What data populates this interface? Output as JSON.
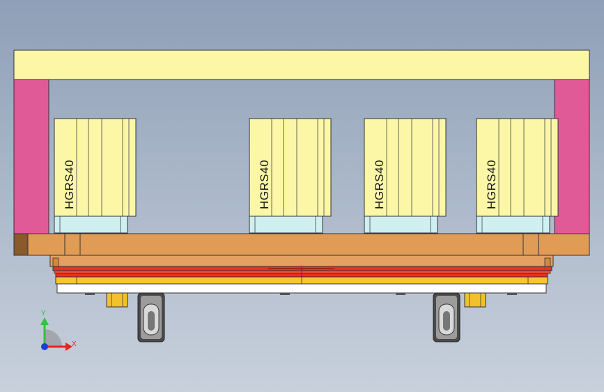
{
  "title": "",
  "colors": {
    "top_frame": "#fbf7a6",
    "side_posts": "#e15a98",
    "guide_block": "#fbf7a6",
    "rail_base": "#cfeff0",
    "base_plate": "#e09b55",
    "red_plate": "#ee2e20",
    "yellow_strip": "#f7c534",
    "bottom_plate": "#ffffff",
    "wheel": "#a0a0a0",
    "axis_x": "#e8231d",
    "axis_y": "#33c044",
    "axis_z": "#1c3fd6"
  },
  "blocks": [
    {
      "label": "HGRS40"
    },
    {
      "label": "HGRS40"
    },
    {
      "label": "HGRS40"
    },
    {
      "label": "HGRS40"
    }
  ],
  "axes": {
    "x": "X",
    "y": "Y"
  }
}
